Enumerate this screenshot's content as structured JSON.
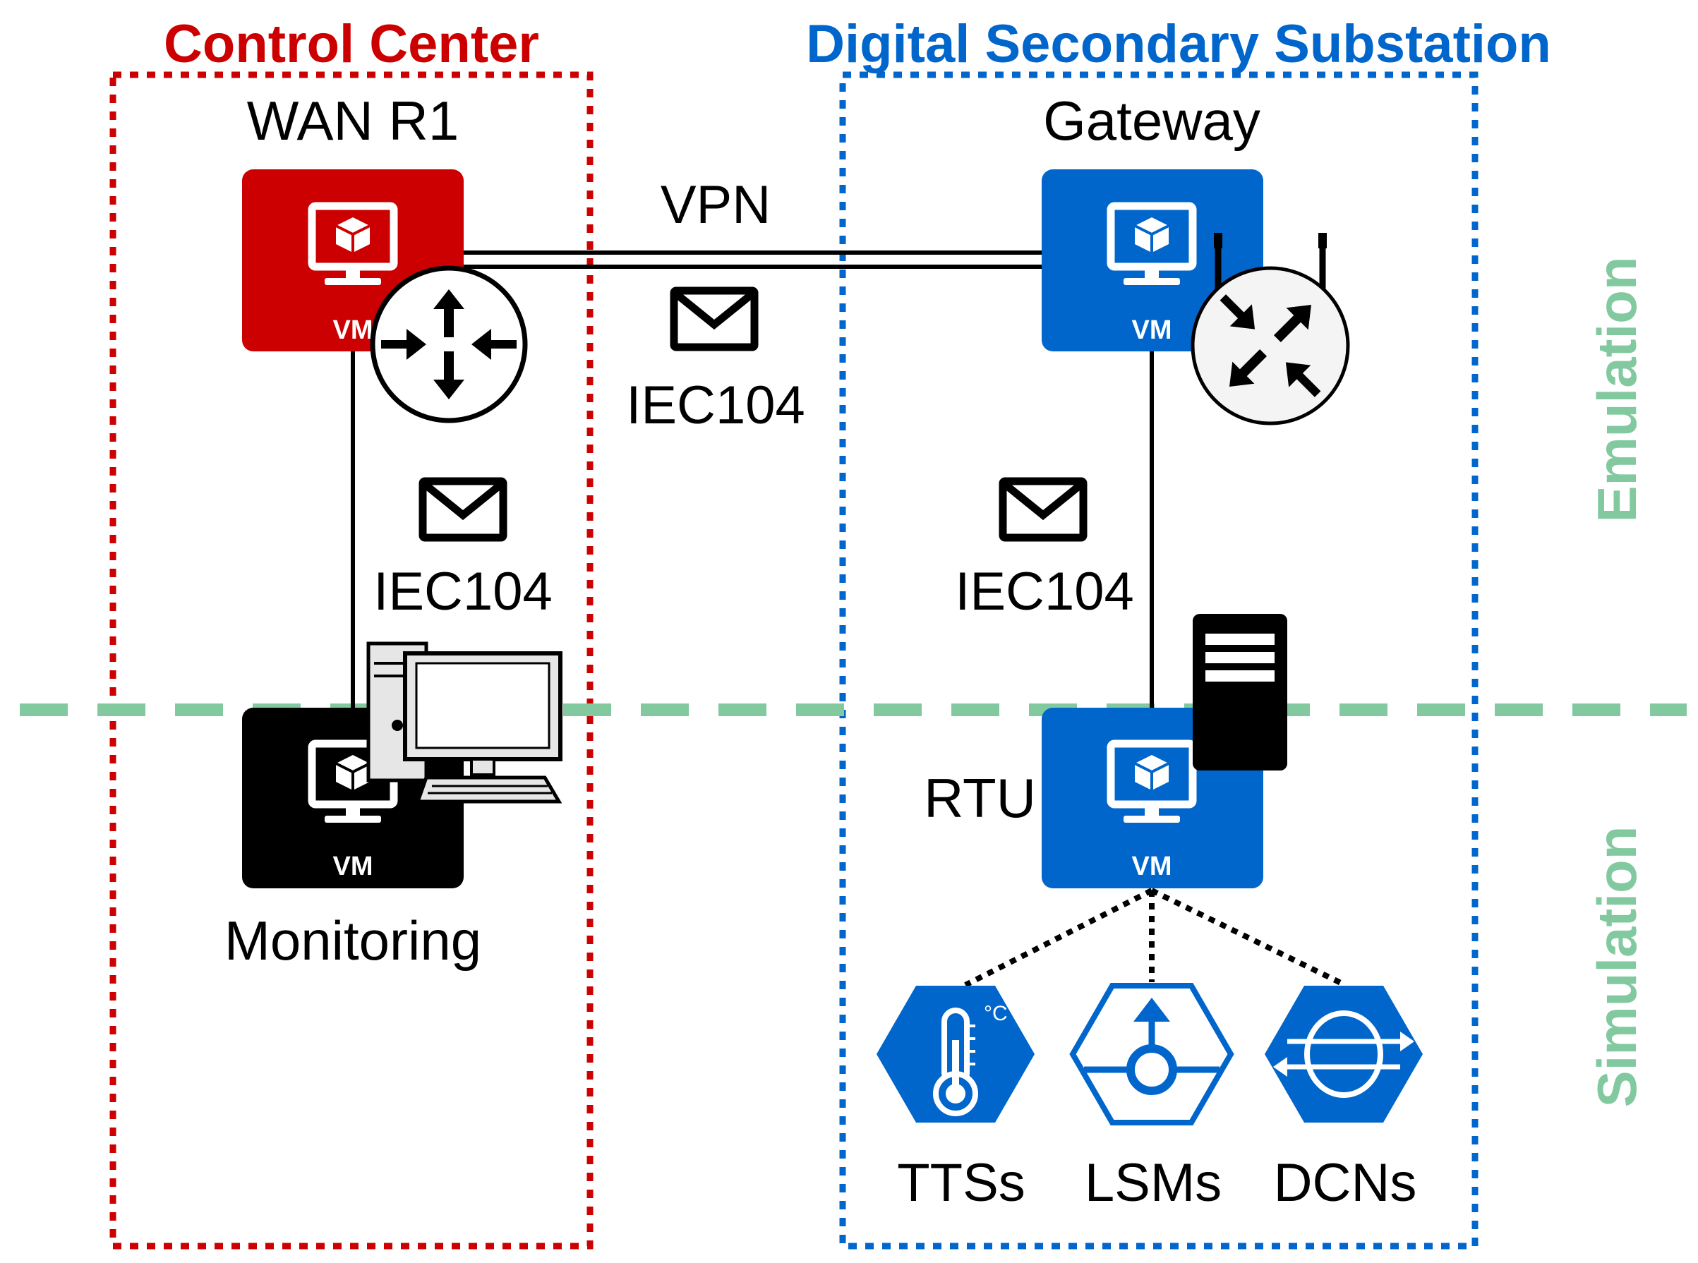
{
  "regions": {
    "control_center": {
      "title": "Control Center",
      "color": "#cc0000"
    },
    "substation": {
      "title": "Digital Secondary Substation",
      "color": "#0066cc"
    }
  },
  "layers": {
    "emulation": "Emulation",
    "simulation": "Simulation",
    "color": "#82c9a0"
  },
  "nodes": {
    "wan_r1": {
      "label": "WAN R1",
      "badge": "VM",
      "color": "#cc0000"
    },
    "gateway": {
      "label": "Gateway",
      "badge": "VM",
      "color": "#0066cc"
    },
    "monitoring": {
      "label": "Monitoring",
      "badge": "VM",
      "color": "#000000"
    },
    "rtu": {
      "label": "RTU",
      "badge": "VM",
      "color": "#0066cc"
    }
  },
  "links": {
    "vpn": {
      "label": "VPN",
      "protocol": "IEC104"
    },
    "wan_monitoring": {
      "protocol": "IEC104"
    },
    "gateway_rtu": {
      "protocol": "IEC104"
    }
  },
  "devices": [
    {
      "label": "TTSs",
      "icon": "thermometer-icon",
      "unit": "°C"
    },
    {
      "label": "LSMs",
      "icon": "lsm-icon"
    },
    {
      "label": "DCNs",
      "icon": "dcn-icon"
    }
  ]
}
